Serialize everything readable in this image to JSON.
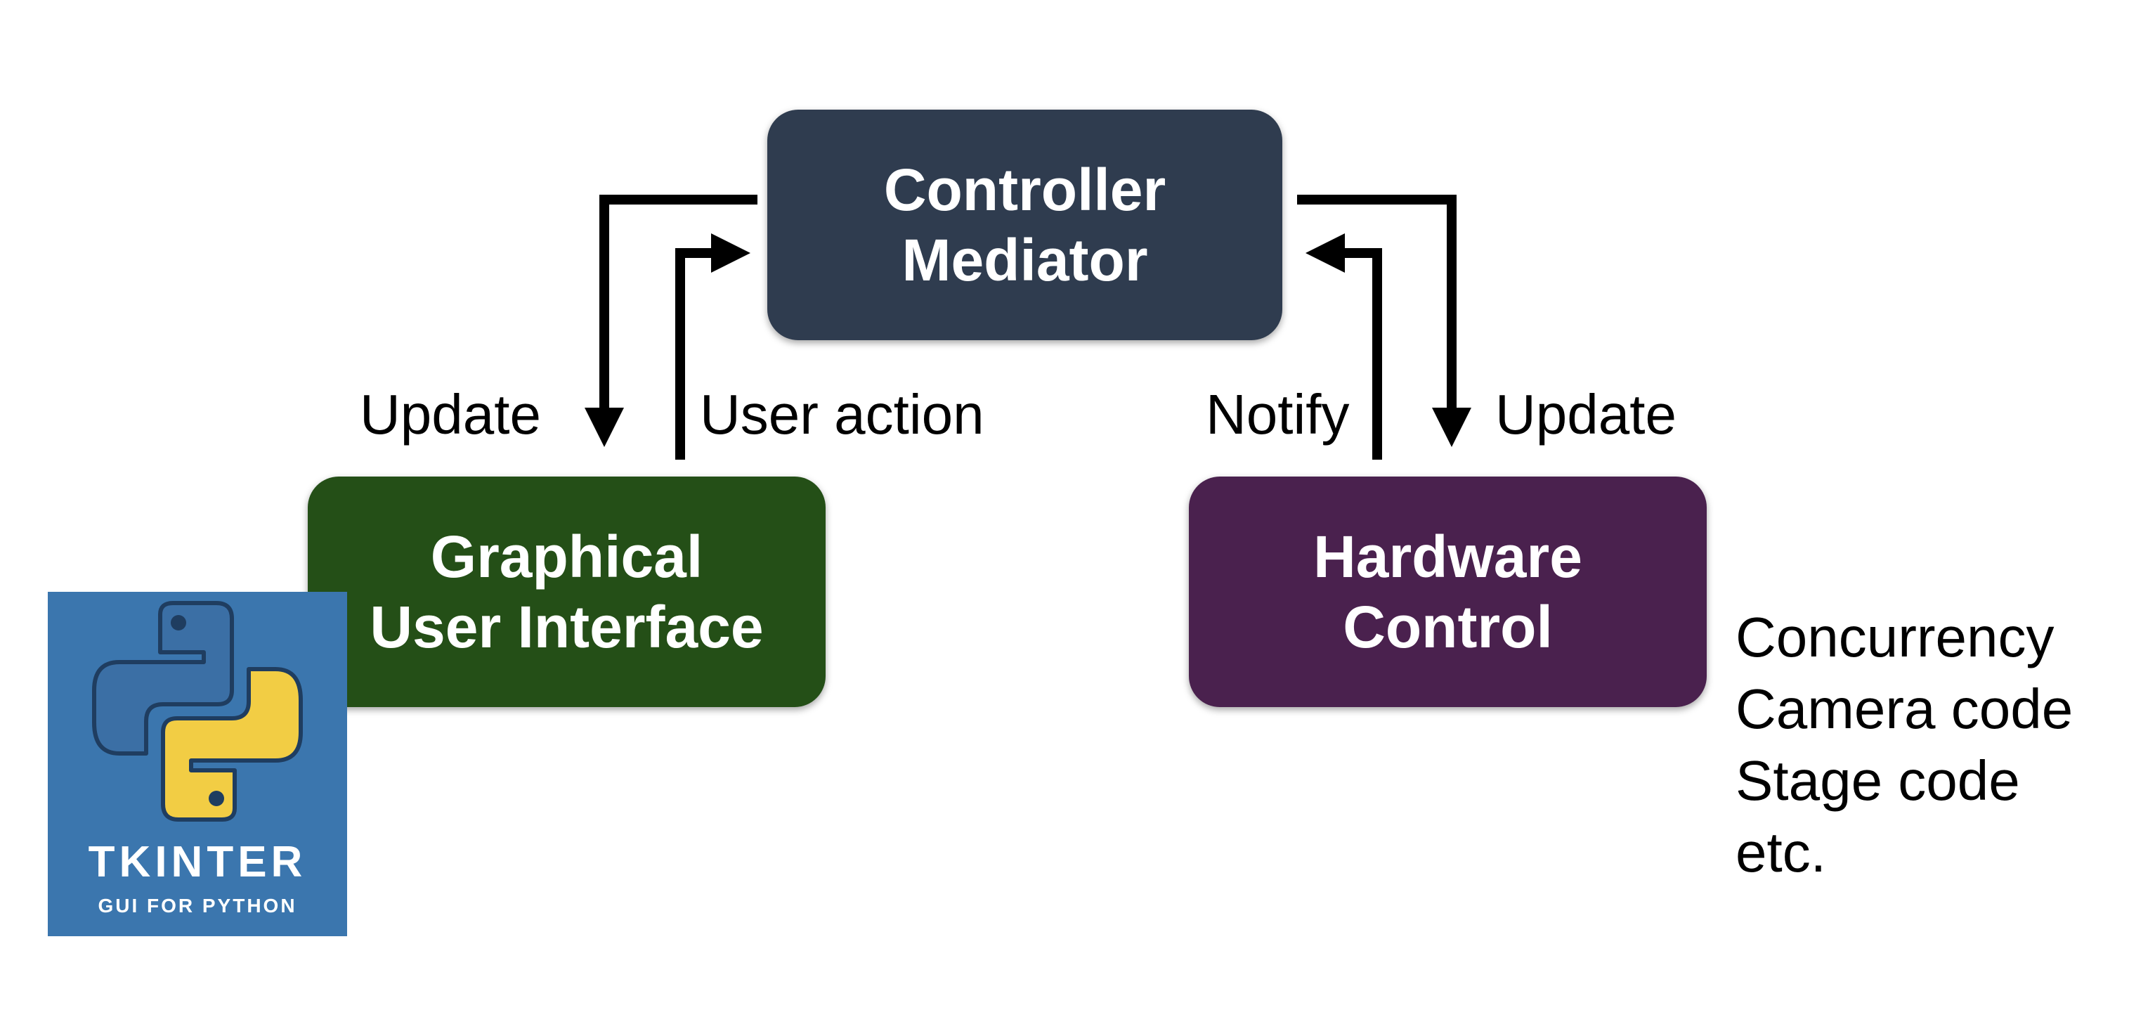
{
  "colors": {
    "controller": "#2f3c4f",
    "gui": "#244f17",
    "hardware": "#4a214e",
    "logo_background": "#3b76ae",
    "python_blue": "#3b6fa5",
    "python_yellow": "#f2cd44"
  },
  "nodes": {
    "controller": {
      "lines": [
        "Controller",
        "Mediator"
      ]
    },
    "gui": {
      "lines": [
        "Graphical",
        "User Interface"
      ]
    },
    "hardware": {
      "lines": [
        "Hardware",
        "Control"
      ]
    }
  },
  "edges": {
    "controller_to_gui": "Update",
    "gui_to_controller": "User action",
    "hardware_to_controller": "Notify",
    "controller_to_hardware": "Update"
  },
  "hardware_notes": [
    "Concurrency",
    "Camera code",
    "Stage code",
    "etc."
  ],
  "logo": {
    "icon": "python-logo-icon",
    "title": "TKINTER",
    "subtitle": "GUI FOR PYTHON"
  }
}
